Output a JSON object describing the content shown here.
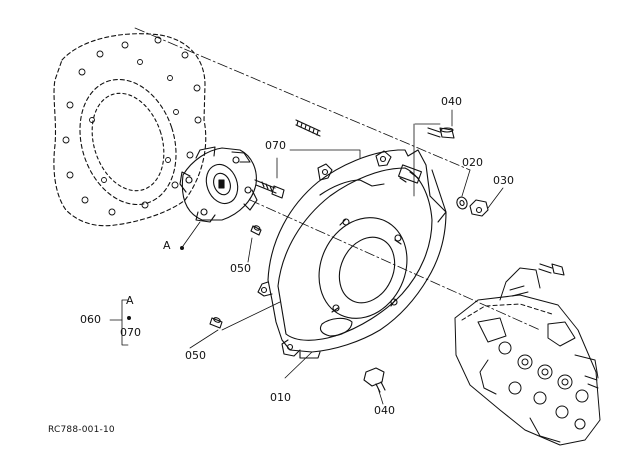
{
  "diagram": {
    "figure_code": "RC788-001-10",
    "part_labels": {
      "p010": "010",
      "p020": "020",
      "p030": "030",
      "p040_top": "040",
      "p040_bottom": "040",
      "p050_mid": "050",
      "p050_low": "050",
      "p060": "060",
      "p070_top": "070",
      "p070_legend": "070"
    },
    "callouts": {
      "ref_a_coupling": "A",
      "ref_a_legend": "A"
    }
  }
}
